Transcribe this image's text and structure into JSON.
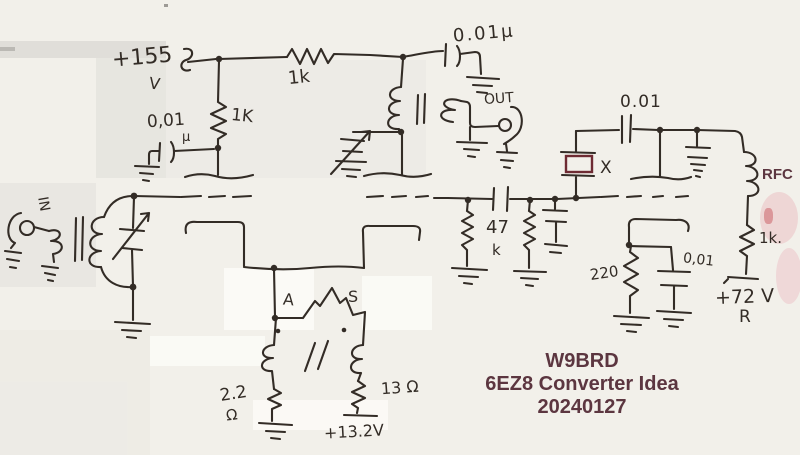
{
  "title_block": {
    "line1": "W9BRD",
    "line2": "6EZ8 Converter Idea",
    "line3": "20240127"
  },
  "labels": {
    "supply_main": "+155",
    "supply_main_unit": "V",
    "input_port": "IN",
    "output_port": "OUT",
    "plate_bypass_cap": "0,01",
    "plate_bypass_cap_unit": "µ",
    "plate_resistor": "1K",
    "osc_feed_resistor": "1k",
    "output_coupling_cap": "0.01µ",
    "osc_coupling_cap": "0.01",
    "grid_resistor": "47",
    "grid_resistor_unit": "k",
    "crystal": "X",
    "rfc": "RFC",
    "osc_plate_resistor": "1k.",
    "supply_osc": "+72 V",
    "supply_osc_tag": "R",
    "osc_cathode_resistor": "220",
    "osc_cathode_cap": "0,01",
    "pin_a": "A",
    "pin_s": "S",
    "heater_resistor_left": "2.2",
    "heater_resistor_left_unit": "Ω",
    "heater_resistor_right": "13 Ω",
    "supply_heater": "+13.2V"
  },
  "colors": {
    "ink": "#332c26",
    "printed_text": "#5c3640",
    "crystal_box": "#6e2b33",
    "paper": "#f2f0ea"
  }
}
